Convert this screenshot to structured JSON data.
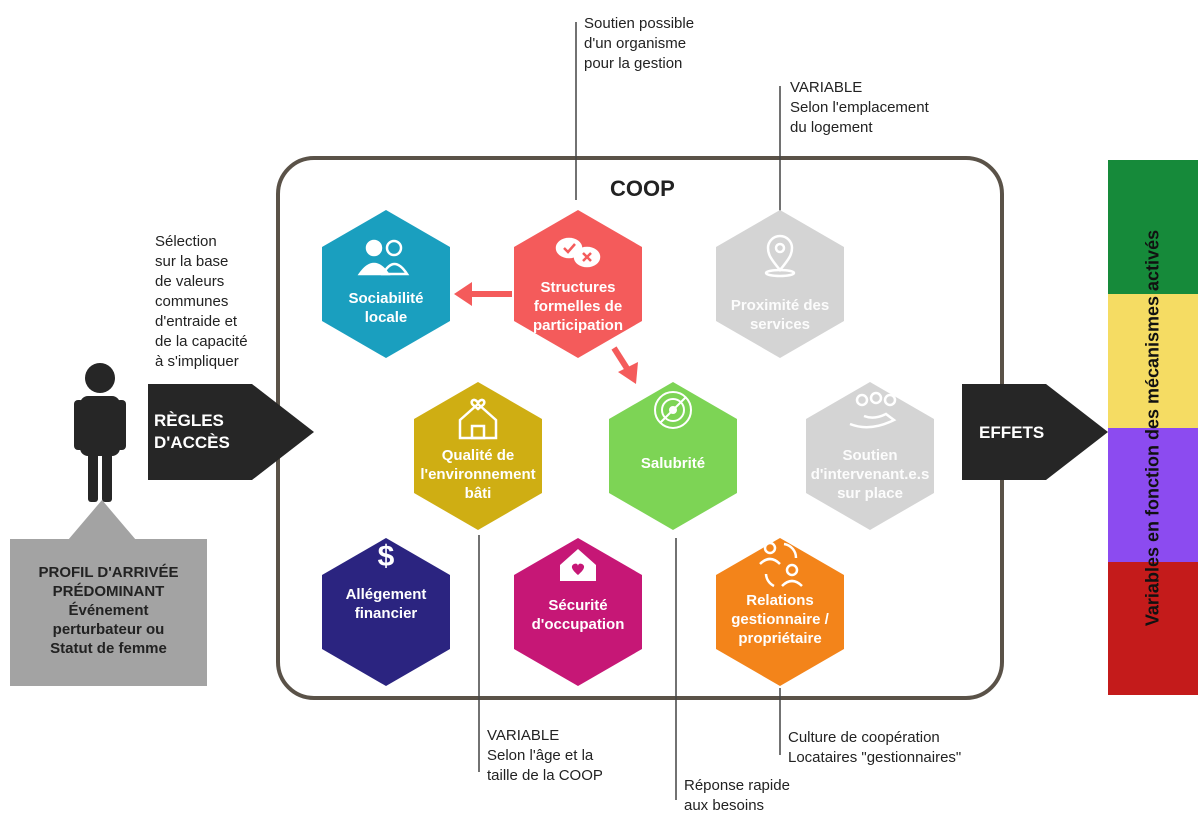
{
  "coop_title": "COOP",
  "access": {
    "label": "RÈGLES\nD'ACCÈS",
    "note": "Sélection\nsur la base\nde valeurs\ncommunes\nd'entraide et\nde la capacité\nà s'impliquer"
  },
  "profile": {
    "text": "PROFIL D'ARRIVÉE\nPRÉDOMINANT\nÉvénement\nperturbateur ou\nStatut de femme"
  },
  "effects": {
    "label": "EFFETS",
    "bar_text": "Variables en fonction des mécanismes activés",
    "bar_colors": [
      "#168a3a",
      "#f5dc63",
      "#8c4bf0",
      "#c41b1b"
    ]
  },
  "mechanisms": [
    {
      "label": "Sociabilité\nlocale",
      "color": "#1a9fbf",
      "icon": "people-icon"
    },
    {
      "label": "Structures\nformelles de\nparticipation",
      "color": "#f45b5b",
      "icon": "chat-check-icon"
    },
    {
      "label": "Proximité des\nservices",
      "color": "#d4d4d4",
      "icon": "location-pin-icon"
    },
    {
      "label": "Qualité de\nl'environnement\nbâti",
      "color": "#cfae13",
      "icon": "house-heart-icon"
    },
    {
      "label": "Salubrité",
      "color": "#7dd455",
      "icon": "virus-icon"
    },
    {
      "label": "Soutien\nd'intervenant.e.s\nsur place",
      "color": "#d4d4d4",
      "icon": "hand-people-icon"
    },
    {
      "label": "Allégement\nfinancier",
      "color": "#2b2480",
      "icon": "dollar-icon"
    },
    {
      "label": "Sécurité\nd'occupation",
      "color": "#c61776",
      "icon": "home-heart-icon"
    },
    {
      "label": "Relations\ngestionnaire /\npropriétaire",
      "color": "#f3841a",
      "icon": "two-people-cycle-icon"
    }
  ],
  "notes": {
    "top_soutien": "Soutien possible\nd'un organisme\npour la gestion",
    "top_variable": "VARIABLE\nSelon l'emplacement\ndu logement",
    "bottom_variable": "VARIABLE\nSelon l'âge et la\ntaille de la COOP",
    "bottom_reponse": "Réponse rapide\naux besoins",
    "bottom_culture": "Culture de coopération\nLocataires \"gestionnaires\""
  },
  "colors": {
    "frame": "#5a5248",
    "dark_arrow": "#262626",
    "red_arrow": "#f45b5b"
  }
}
